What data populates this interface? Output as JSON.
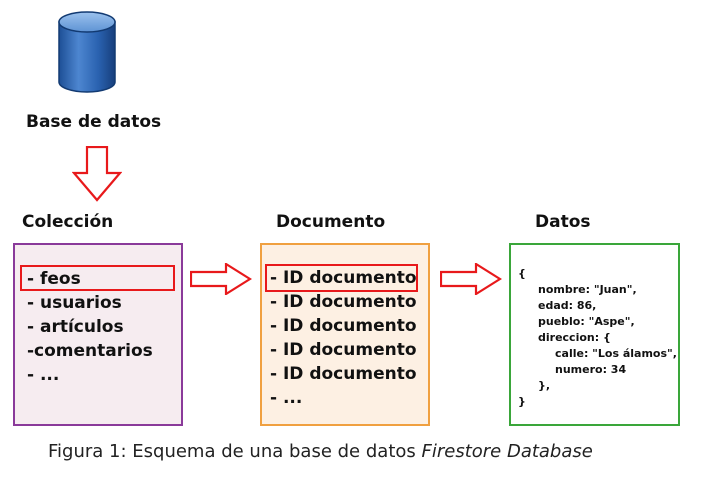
{
  "database": {
    "label": "Base de datos"
  },
  "collection": {
    "title": "Colección",
    "items": [
      "- feos",
      "- usuarios",
      "- artículos",
      "-comentarios",
      "- ..."
    ]
  },
  "document": {
    "title": "Documento",
    "items": [
      "- ID documento",
      "- ID documento",
      "- ID documento",
      "- ID documento",
      "- ID documento",
      "- ..."
    ]
  },
  "data": {
    "title": "Datos",
    "lines": [
      "{",
      "nombre: \"Juan\",",
      "edad: 86,",
      "pueblo: \"Aspe\",",
      "direccion: {",
      "calle: \"Los álamos\",",
      "numero: 34",
      "},",
      "}"
    ]
  },
  "caption": {
    "prefix": "Figura 1: Esquema de una base de datos ",
    "italic": "Firestore Database"
  },
  "colors": {
    "arrow": "#e8191b",
    "collection_border": "#8a3a9a",
    "collection_fill": "#f6ecf0",
    "document_border": "#f0a040",
    "document_fill": "#fdf0e3",
    "data_border": "#3aa63a",
    "db_top": "#6aa0d8",
    "db_body": "#2d68b8"
  }
}
